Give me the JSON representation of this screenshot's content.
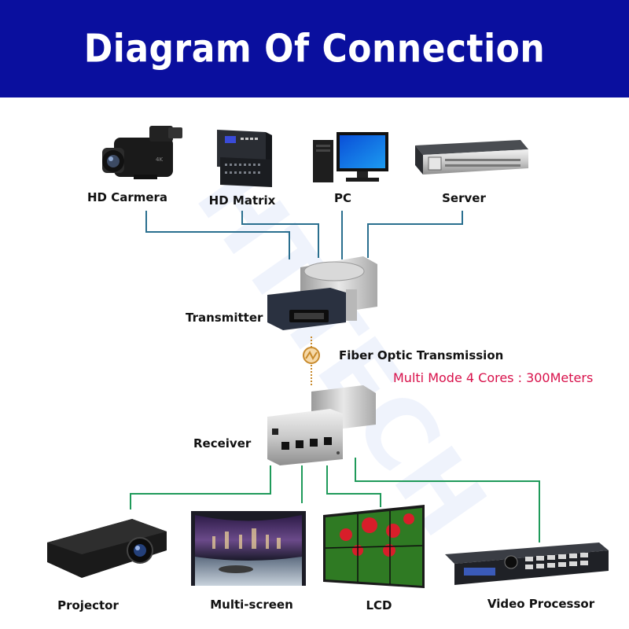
{
  "header": {
    "title": "Diagram Of Connection"
  },
  "sources": {
    "hd_camera": "HD Carmera",
    "hd_matrix": "HD Matrix",
    "pc": "PC",
    "server": "Server"
  },
  "transmitter": {
    "label": "Transmitter"
  },
  "fiber": {
    "label": "Fiber Optic Transmission",
    "spec": "Multi Mode 4 Cores : 300Meters"
  },
  "receiver": {
    "label": "Receiver"
  },
  "outputs": {
    "projector": "Projector",
    "multi_screen": "Multi-screen",
    "lcd": "LCD",
    "video_processor": "Video Processor"
  },
  "colors": {
    "banner": "#0a0f9e",
    "source_lines": "#2a6f8f",
    "output_lines": "#1f9a5a",
    "note": "#d8104a"
  }
}
